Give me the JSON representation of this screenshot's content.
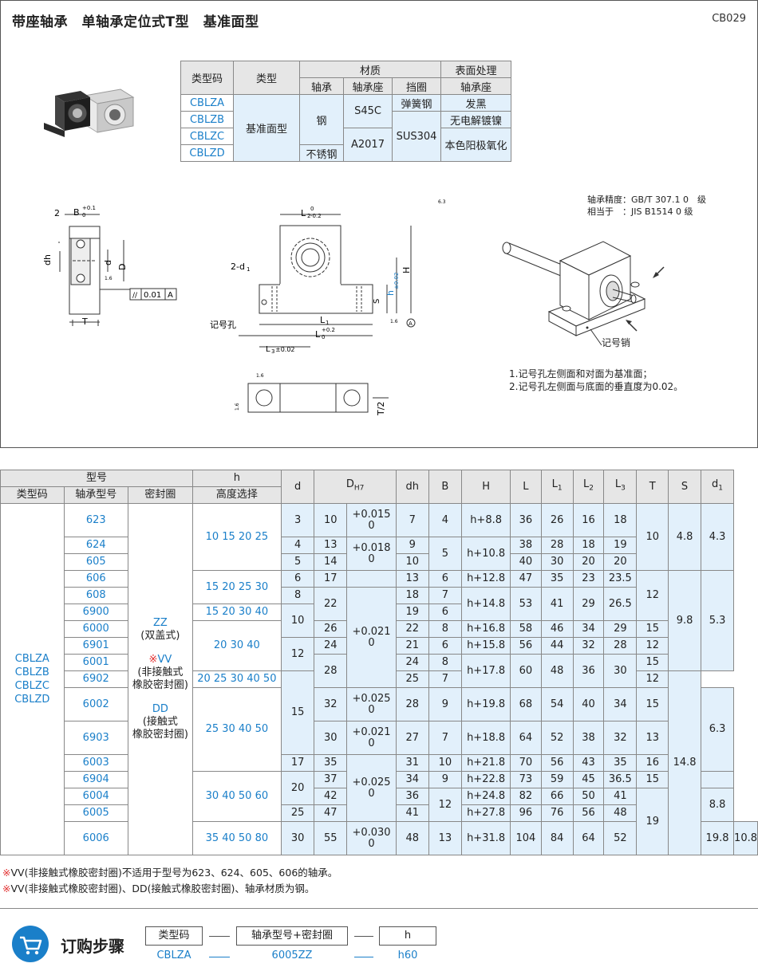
{
  "header": {
    "title": "带座轴承　单轴承定位式T型　基准面型",
    "code": "CB029"
  },
  "material_table": {
    "h_type_code": "类型码",
    "h_type": "类型",
    "h_material": "材质",
    "h_surface": "表面处理",
    "h_bearing": "轴承",
    "h_housing": "轴承座",
    "h_ring": "挡圈",
    "h_surface_housing": "轴承座",
    "codes": [
      "CBLZA",
      "CBLZB",
      "CBLZC",
      "CBLZD"
    ],
    "type": "基准面型",
    "bearing": [
      "钢",
      "不锈钢"
    ],
    "housing": [
      "S45C",
      "A2017"
    ],
    "ring": [
      "弹簧钢",
      "SUS304"
    ],
    "surface": [
      "发黑",
      "无电解镀镍",
      "本色阳极氧化"
    ]
  },
  "drawing": {
    "dim_2": "2",
    "dim_B": "B",
    "dim_B_tol": "+0.1",
    "dim_B_tol2": "0",
    "dim_dh": "dh",
    "dim_d": "d",
    "dim_D": "D",
    "dim_D_sub": "H7",
    "flat": "0.01",
    "datum": "A",
    "dim_T": "T",
    "dim_L2": "L",
    "dim_L2_sub": "2",
    "dim_L2_tol": "-0.2",
    "dim_L2_tol_top": "0",
    "hole": "2-d",
    "hole_sub": "1",
    "mark_hole": "记号孔",
    "dim_L1": "L",
    "dim_L1_sub": "1",
    "dim_L": "L",
    "dim_L_tol": "+0.2",
    "dim_L_tol2": "0",
    "dim_L3": "L",
    "dim_L3_sub": "3",
    "dim_L3_tol": "±0.02",
    "dim_S": "S",
    "dim_h": "h",
    "dim_h_tol": "±0.02",
    "dim_H": "H",
    "rough_16": "1.6",
    "rough_63": "6.3",
    "dim_T2": "T/2",
    "precision_1": "轴承精度：GB/T 307.1 0　级",
    "precision_2": "相当于　：JIS B1514 0 级",
    "mark_pin": "记号销",
    "note_1": "1.记号孔左侧面和对面为基准面；",
    "note_2": "2.记号孔左侧面与底面的垂直度为0.02。"
  },
  "spec_table": {
    "h_model": "型号",
    "h_h": "h",
    "h_d": "d",
    "h_DH7": "D",
    "h_DH7_sub": "H7",
    "h_dh": "dh",
    "h_B": "B",
    "h_H": "H",
    "h_L": "L",
    "h_L1": "L",
    "h_L1_sub": "1",
    "h_L2": "L",
    "h_L2_sub": "2",
    "h_L3": "L",
    "h_L3_sub": "3",
    "h_T": "T",
    "h_S": "S",
    "h_d1": "d",
    "h_d1_sub": "1",
    "h_type_code": "类型码",
    "h_bearing_model": "轴承型号",
    "h_seal": "密封圈",
    "h_height": "高度选择",
    "type_codes": [
      "CBLZA",
      "CBLZB",
      "CBLZC",
      "CBLZD"
    ],
    "seal_zz": "ZZ",
    "seal_zz_desc": "(双盖式)",
    "seal_vv_mark": "※",
    "seal_vv": "VV",
    "seal_vv_desc1": "(非接触式",
    "seal_vv_desc2": "橡胶密封圈)",
    "seal_dd": "DD",
    "seal_dd_desc1": "(接触式",
    "seal_dd_desc2": "橡胶密封圈)",
    "bearings": [
      "623",
      "624",
      "605",
      "606",
      "608",
      "6900",
      "6000",
      "6901",
      "6001",
      "6902",
      "6002",
      "6903",
      "6003",
      "6904",
      "6004",
      "6005",
      "6006"
    ],
    "heights": [
      "10 15 20 25",
      "15 20 25 30",
      "15 20 30 40",
      "20 30 40",
      "20 25 30 40 50",
      "25 30 40 50",
      "30 40 50 60",
      "35 40 50 80"
    ],
    "d": [
      "3",
      "4",
      "5",
      "6",
      "8",
      "10",
      "12",
      "15",
      "17",
      "20",
      "25",
      "30"
    ],
    "D": [
      "10",
      "13",
      "14",
      "17",
      "22",
      "26",
      "24",
      "28",
      "32",
      "30",
      "35",
      "37",
      "42",
      "47",
      "55"
    ],
    "D_tol": [
      "+0.015",
      "0",
      "+0.018",
      "0",
      "+0.021",
      "0",
      "+0.025",
      "0",
      "+0.021",
      "0",
      "+0.025",
      "0",
      "+0.030",
      "0"
    ],
    "dh": [
      "7",
      "9",
      "10",
      "13",
      "18",
      "19",
      "22",
      "21",
      "24",
      "25",
      "28",
      "27",
      "31",
      "34",
      "36",
      "41",
      "48"
    ],
    "B": [
      "4",
      "5",
      "6",
      "7",
      "6",
      "8",
      "6",
      "8",
      "7",
      "9",
      "7",
      "10",
      "9",
      "12",
      "13"
    ],
    "H": [
      "h+8.8",
      "h+10.8",
      "h+12.8",
      "h+14.8",
      "h+16.8",
      "h+15.8",
      "h+17.8",
      "h+19.8",
      "h+18.8",
      "h+21.8",
      "h+22.8",
      "h+24.8",
      "h+27.8",
      "h+31.8"
    ],
    "L": [
      "36",
      "38",
      "40",
      "47",
      "53",
      "58",
      "56",
      "60",
      "68",
      "64",
      "70",
      "73",
      "82",
      "96",
      "104"
    ],
    "L1": [
      "26",
      "28",
      "30",
      "35",
      "41",
      "46",
      "44",
      "48",
      "54",
      "52",
      "56",
      "59",
      "66",
      "76",
      "84"
    ],
    "L2": [
      "16",
      "18",
      "20",
      "23",
      "29",
      "34",
      "32",
      "36",
      "40",
      "38",
      "43",
      "45",
      "50",
      "56",
      "64"
    ],
    "L3": [
      "18",
      "19",
      "20",
      "23.5",
      "26.5",
      "29",
      "28",
      "30",
      "34",
      "32",
      "35",
      "36.5",
      "41",
      "48",
      "52"
    ],
    "T": [
      "10",
      "12",
      "15",
      "12",
      "15",
      "12",
      "15",
      "13",
      "16",
      "15",
      "19"
    ],
    "S": [
      "4.8",
      "9.8",
      "14.8",
      "19.8"
    ],
    "d1": [
      "4.3",
      "5.3",
      "6.3",
      "8.8",
      "10.8"
    ]
  },
  "notes": {
    "mark": "※",
    "n1": "VV(非接触式橡胶密封圈)不适用于型号为623、624、605、606的轴承。",
    "n2": "VV(非接触式橡胶密封圈)、DD(接触式橡胶密封圈)、轴承材质为钢。"
  },
  "order": {
    "title": "订购步骤",
    "box1": "类型码",
    "box2": "轴承型号+密封圈",
    "box3": "h",
    "val1": "CBLZA",
    "val2": "6005ZZ",
    "val3": "h60"
  },
  "colors": {
    "accent": "#1a7fc9",
    "cell_blue": "#e2f0fb",
    "header_gray": "#e6e6e6",
    "mark_red": "#e23030"
  }
}
